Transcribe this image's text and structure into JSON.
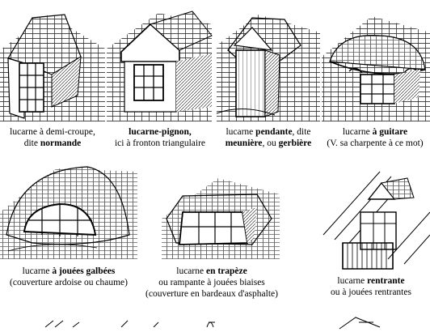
{
  "captions": [
    {
      "pre": "lucarne à demi-croupe,",
      "line2_pre": "dite ",
      "bold": "normande",
      "line2_post": ""
    },
    {
      "bold": "lucarne-pignon,",
      "line2": "ici à fronton triangulaire"
    },
    {
      "pre": "lucarne ",
      "bold": "pendante",
      "post": ", dite",
      "bold2": "meunière",
      "mid": ", ou ",
      "bold3": "gerbière"
    },
    {
      "pre": "lucarne ",
      "bold": "à  guitare",
      "line2": "(V. sa charpente à ce mot)"
    },
    {
      "pre": "lucarne ",
      "bold": "à jouées galbées",
      "line2": "(couverture ardoise ou chaume)"
    },
    {
      "pre": "lucarne ",
      "bold": "en trapèze",
      "line2": "ou rampante à jouées biaises",
      "line3": "(couverture en bardeaux d'asphalte)"
    },
    {
      "pre": "lucarne ",
      "bold": "rentrante",
      "line2": "ou à jouées rentrantes"
    }
  ]
}
